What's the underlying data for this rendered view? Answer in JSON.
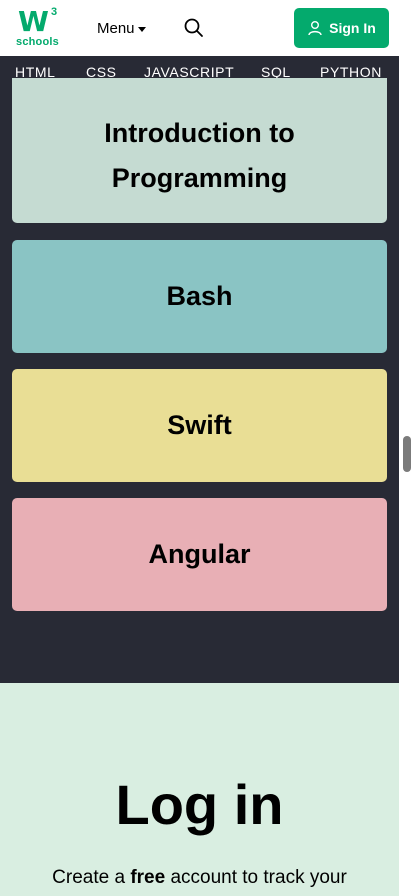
{
  "header": {
    "logo": {
      "mark": "W",
      "superscript": "3",
      "wordmark": "schools"
    },
    "menu_label": "Menu",
    "search_icon": "search-icon",
    "signin_label": "Sign In",
    "signin_icon": "user-icon"
  },
  "subnav": {
    "items": [
      "HTML",
      "CSS",
      "JAVASCRIPT",
      "SQL",
      "PYTHON"
    ]
  },
  "cards": [
    {
      "title_line1": "Introduction to",
      "title_line2": "Programming",
      "color": "#c5dbd2"
    },
    {
      "title": "Bash",
      "color": "#8ac4c4"
    },
    {
      "title": "Swift",
      "color": "#e9de95"
    },
    {
      "title": "Angular",
      "color": "#e8afb5"
    }
  ],
  "login": {
    "title": "Log in",
    "subtitle_pre": "Create a ",
    "subtitle_bold": "free",
    "subtitle_post": " account to track your"
  },
  "colors": {
    "brand_green": "#04aa6d",
    "dark_bg": "#282a35",
    "login_bg": "#d9eee1"
  }
}
